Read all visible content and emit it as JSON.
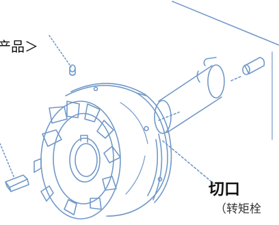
{
  "labels": {
    "product": "产品＞",
    "notch": "切口",
    "torque_bolt": "（转矩栓"
  },
  "colors": {
    "line": "#6f98c8",
    "line_dark": "#4d78ad",
    "text": "#111111",
    "background": "#ffffff"
  }
}
